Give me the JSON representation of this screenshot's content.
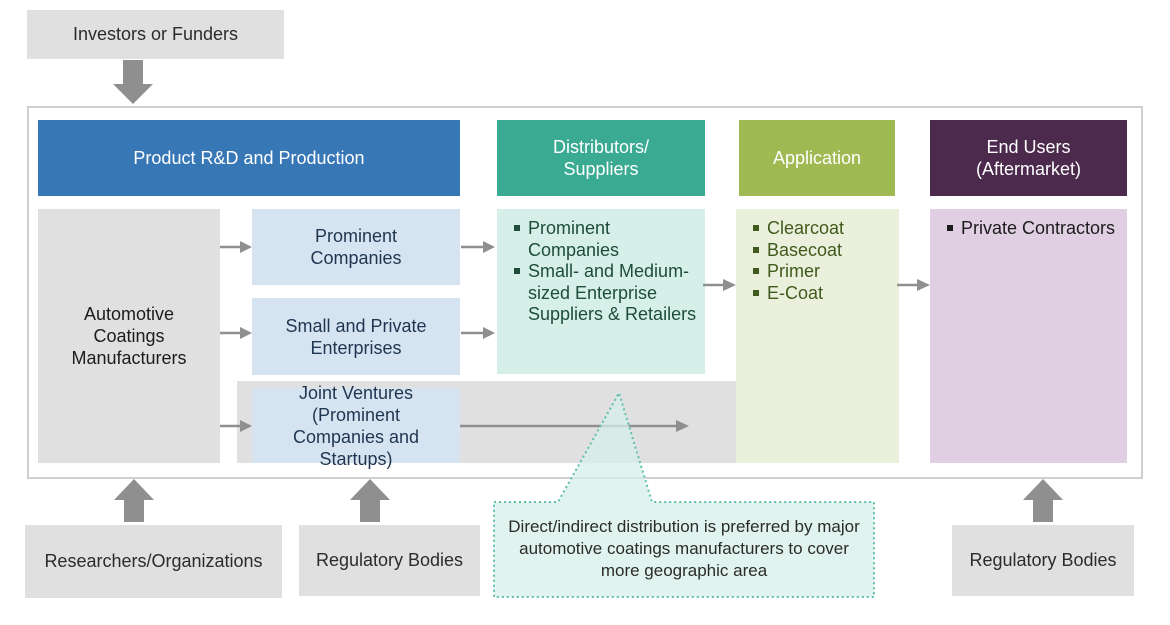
{
  "top_stakeholder": {
    "label": "Investors or Funders"
  },
  "headers": {
    "production": "Product R&D and Production",
    "distributors_line1": "Distributors/",
    "distributors_line2": "Suppliers",
    "application": "Application",
    "end_users_line1": "End Users",
    "end_users_line2": "(Aftermarket)"
  },
  "production": {
    "manufacturers": "Automotive Coatings Manufacturers",
    "prominent": "Prominent Companies",
    "small_private": "Small and Private Enterprises",
    "joint_ventures": "Joint Ventures (Prominent Companies and Startups)"
  },
  "distributors": {
    "items": [
      "Prominent Companies",
      "Small- and Medium-sized Enterprise Suppliers & Retailers"
    ]
  },
  "application": {
    "items": [
      "Clearcoat",
      "Basecoat",
      "Primer",
      "E-Coat"
    ]
  },
  "end_users": {
    "items": [
      "Private Contractors"
    ]
  },
  "bottom_stakeholders": {
    "researchers": "Researchers/Organizations",
    "regulatory_1": "Regulatory Bodies",
    "regulatory_2": "Regulatory Bodies"
  },
  "callout": {
    "text": "Direct/indirect distribution is preferred by major  automotive coatings manufacturers to cover more geographic area"
  },
  "colors": {
    "production_header": "#3777b6",
    "distributors_header": "#3aaa92",
    "application_header": "#9fba52",
    "end_users_header": "#4b2a4d",
    "distributors_body": "#d6efe8",
    "application_body": "#ebf0dc",
    "end_users_body": "#e0cfe3",
    "sub_box": "#d6e4f1",
    "gray": "#e0e0e0",
    "arrow": "#8f8f8f"
  }
}
